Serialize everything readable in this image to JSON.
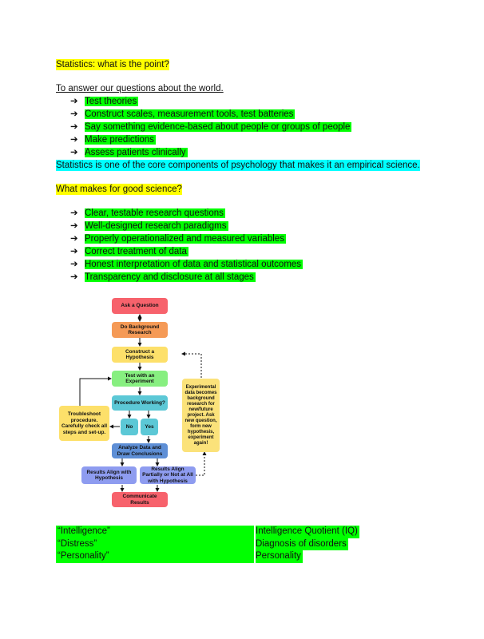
{
  "section1": {
    "heading": "Statistics: what is the point?",
    "intro": "To answer our questions about the world.",
    "bullets": [
      "Test theories",
      "Construct scales, measurement tools, test batteries",
      "Say something evidence-based about people or groups of people",
      "Make predictions",
      "Assess patients clinically"
    ],
    "bullet_glyph": "➔",
    "summary": "Statistics is one of the core components of psychology that makes it an empirical science."
  },
  "section2": {
    "heading": "What makes for good science?",
    "bullets": [
      "Clear, testable research questions",
      "Well-designed research paradigms",
      "Properly operationalized and measured variables",
      "Correct treatment of data",
      "Honest interpretation of data and statistical outcomes",
      "Transparency and disclosure at all stages"
    ]
  },
  "flowchart": {
    "ask": "Ask a Question",
    "background": "Do Background Research",
    "hypothesis": "Construct a Hypothesis",
    "experiment": "Test with an Experiment",
    "working": "Procedure Working?",
    "no": "No",
    "yes": "Yes",
    "troubleshoot": "Troubleshoot procedure. Carefully check all steps and set-up.",
    "analyze": "Analyze Data and Draw Conclusions",
    "align": "Results Align with Hypothesis",
    "partial": "Results Align Partially or Not at All with Hypothesis",
    "communicate": "Communicate Results",
    "side_note": "Experimental data becomes background research for new/future project. Ask new question, form new hypothesis, experiment again!",
    "colors": {
      "red": "#f7626c",
      "orange": "#f59a56",
      "yellow": "#fde06a",
      "green": "#87ef80",
      "teal": "#5cc8d6",
      "blue": "#5e8fd6",
      "purple": "#8e9cf0",
      "note": "#fbe27a"
    }
  },
  "table": [
    {
      "term": "“Intelligence”",
      "meaning": "Intelligence Quotient (IQ)"
    },
    {
      "term": "“Distress”",
      "meaning": "Diagnosis of disorders"
    },
    {
      "term": "“Personality”",
      "meaning": "Personality"
    }
  ]
}
